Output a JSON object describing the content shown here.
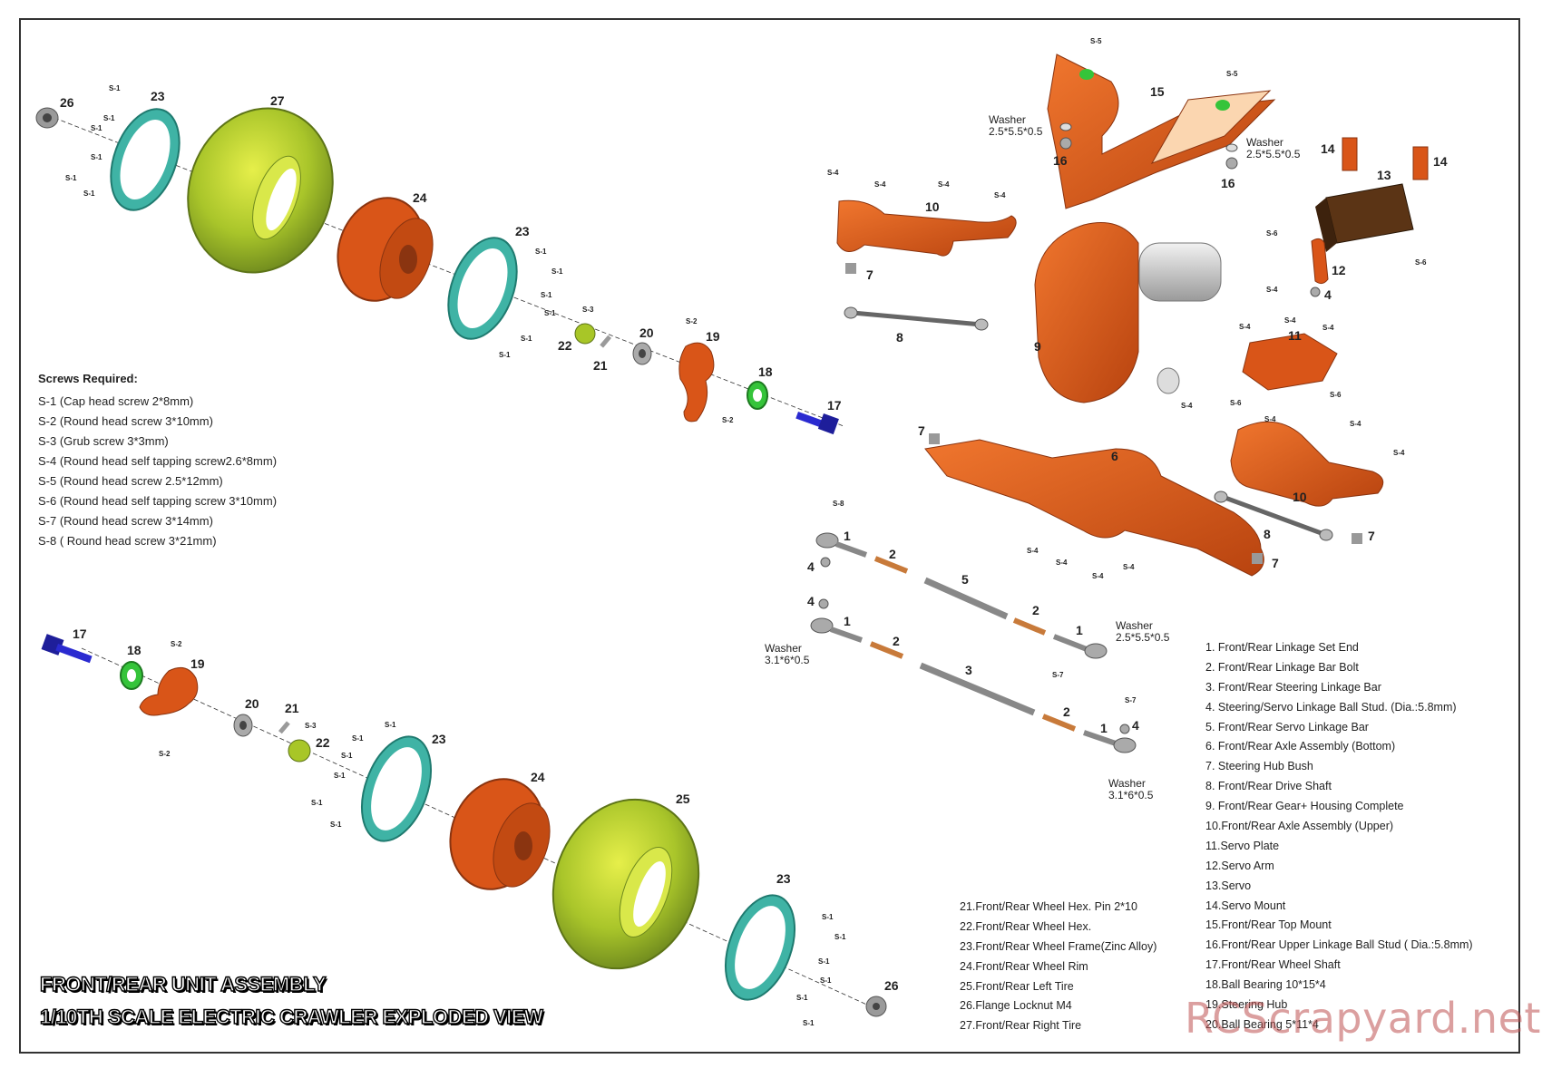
{
  "colors": {
    "orange": "#d95518",
    "teal": "#3fb3a5",
    "tire": "#a8c627",
    "green": "#35c43a",
    "blue": "#2a2ad0",
    "grey": "#8a8a8a",
    "servo": "#5b3415",
    "motor": "#d0d0d0",
    "copper": "#c87a3a"
  },
  "screws": {
    "title": "Screws Required:",
    "items": [
      "S-1 (Cap head screw 2*8mm)",
      "S-2 (Round head screw 3*10mm)",
      "S-3 (Grub screw 3*3mm)",
      "S-4 (Round head self tapping screw2.6*8mm)",
      "S-5 (Round head screw 2.5*12mm)",
      "S-6 (Round head self tapping screw 3*10mm)",
      "S-7 (Round head screw 3*14mm)",
      "S-8 ( Round head screw 3*21mm)"
    ]
  },
  "legend_right": [
    "1. Front/Rear Linkage Set End",
    "2. Front/Rear Linkage Bar Bolt",
    "3. Front/Rear Steering  Linkage Bar",
    "4. Steering/Servo Linkage Ball Stud. (Dia.:5.8mm)",
    "5. Front/Rear Servo  Linkage Bar",
    "6. Front/Rear Axle Assembly (Bottom)",
    "7. Steering Hub Bush",
    "8. Front/Rear Drive Shaft",
    "9. Front/Rear Gear+ Housing Complete",
    "10.Front/Rear Axle Assembly (Upper)",
    "11.Servo Plate",
    "12.Servo Arm",
    "13.Servo",
    "14.Servo Mount",
    "15.Front/Rear Top Mount",
    "16.Front/Rear Upper Linkage Ball Stud ( Dia.:5.8mm)",
    "17.Front/Rear Wheel Shaft",
    "18.Ball Bearing 10*15*4",
    "19.Steering Hub",
    "20.Ball Bearing 5*11*4"
  ],
  "legend_mid": [
    "21.Front/Rear Wheel Hex. Pin 2*10",
    "22.Front/Rear Wheel Hex.",
    "23.Front/Rear Wheel Frame(Zinc Alloy)",
    "24.Front/Rear Wheel Rim",
    "25.Front/Rear Left Tire",
    "26.Flange Locknut M4",
    "27.Front/Rear Right Tire"
  ],
  "titles": {
    "line1": "FRONT/REAR UNIT ASSEMBLY",
    "line2": "1/10TH  SCALE ELECTRIC CRAWLER EXPLODED VIEW"
  },
  "watermark": "RCScrapyard.net",
  "washers": {
    "w_a": [
      "Washer",
      "2.5*5.5*0.5"
    ],
    "w_b": [
      "Washer",
      "2.5*5.5*0.5"
    ],
    "w_c": [
      "Washer",
      "2.5*5.5*0.5"
    ],
    "w_d": [
      "Washer",
      "3.1*6*0.5"
    ],
    "w_e": [
      "Washer",
      "3.1*6*0.5"
    ]
  },
  "labels": {
    "n1": "1",
    "n2": "2",
    "n3": "3",
    "n4": "4",
    "n5": "5",
    "n6": "6",
    "n7": "7",
    "n8": "8",
    "n9": "9",
    "n10": "10",
    "n11": "11",
    "n12": "12",
    "n13": "13",
    "n14": "14",
    "n15": "15",
    "n16": "16",
    "n17": "17",
    "n18": "18",
    "n19": "19",
    "n20": "20",
    "n21": "21",
    "n22": "22",
    "n23": "23",
    "n24": "24",
    "n25": "25",
    "n26": "26",
    "n27": "27",
    "s1": "S-1",
    "s2": "S-2",
    "s3": "S-3",
    "s4": "S-4",
    "s5": "S-5",
    "s6": "S-6",
    "s7": "S-7",
    "s8": "S-8"
  }
}
